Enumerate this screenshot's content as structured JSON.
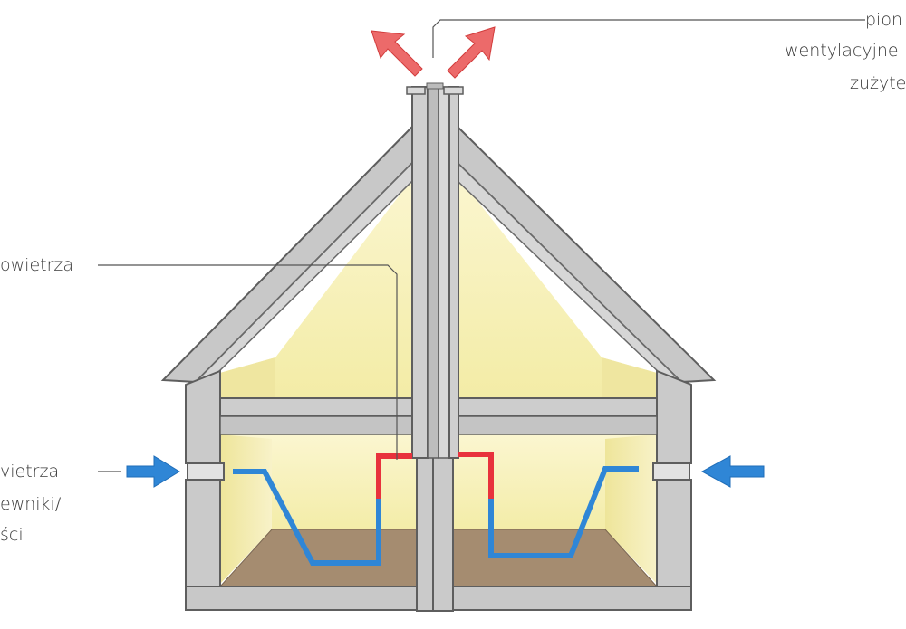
{
  "labels": {
    "exhaust_line1": "pion",
    "exhaust_line2": "wentylacyjne",
    "exhaust_line3": "zużyte",
    "middle_left": "owietrza",
    "inlet_line1": "vietrza",
    "inlet_line2": "ewniki/",
    "inlet_line3": "ści"
  },
  "colors": {
    "wall": "#c9c9c9",
    "wall_stroke": "#6a6a6a",
    "interior": "#f6f0b8",
    "floor": "#a08a6e",
    "warm_air": "#e8323c",
    "fresh_air": "#2f86d6",
    "leader_line": "#555555"
  },
  "icons": {
    "exhaust_arrows": "arrow-up-diagonal-icon",
    "inlet_arrows": "arrow-horizontal-icon"
  }
}
